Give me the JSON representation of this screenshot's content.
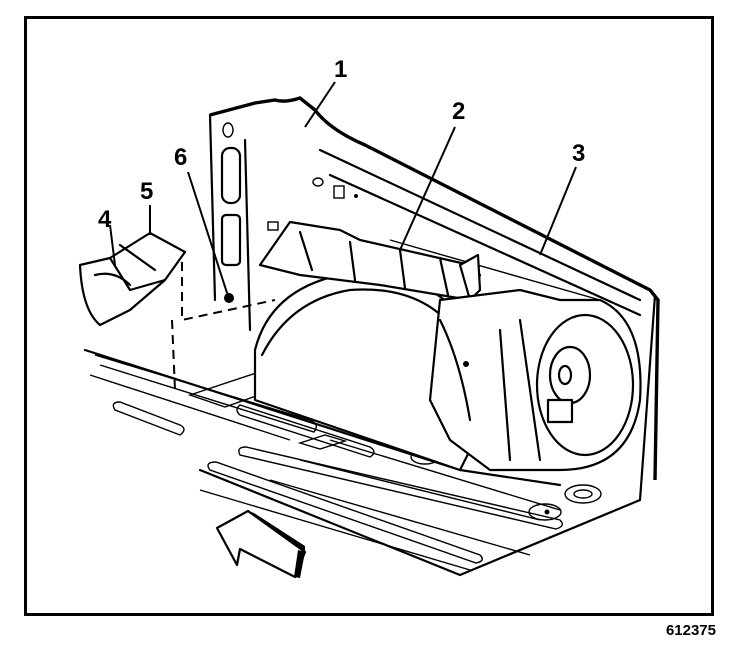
{
  "figure": {
    "id": "612375",
    "subject": "Pickup box interior with spare/wheelhouse mounted assembly and detached cover",
    "callouts": [
      {
        "number": "1",
        "target": "box front/side panel"
      },
      {
        "number": "2",
        "target": "duct/bracket along wheelhouse"
      },
      {
        "number": "3",
        "target": "wheel assembly housing"
      },
      {
        "number": "4",
        "target": "detached cover interior"
      },
      {
        "number": "5",
        "target": "detached cover"
      },
      {
        "number": "6",
        "target": "fastener at panel"
      }
    ],
    "direction_arrow": "front-of-vehicle",
    "colors": {
      "line": "#000000",
      "background": "#ffffff"
    }
  }
}
